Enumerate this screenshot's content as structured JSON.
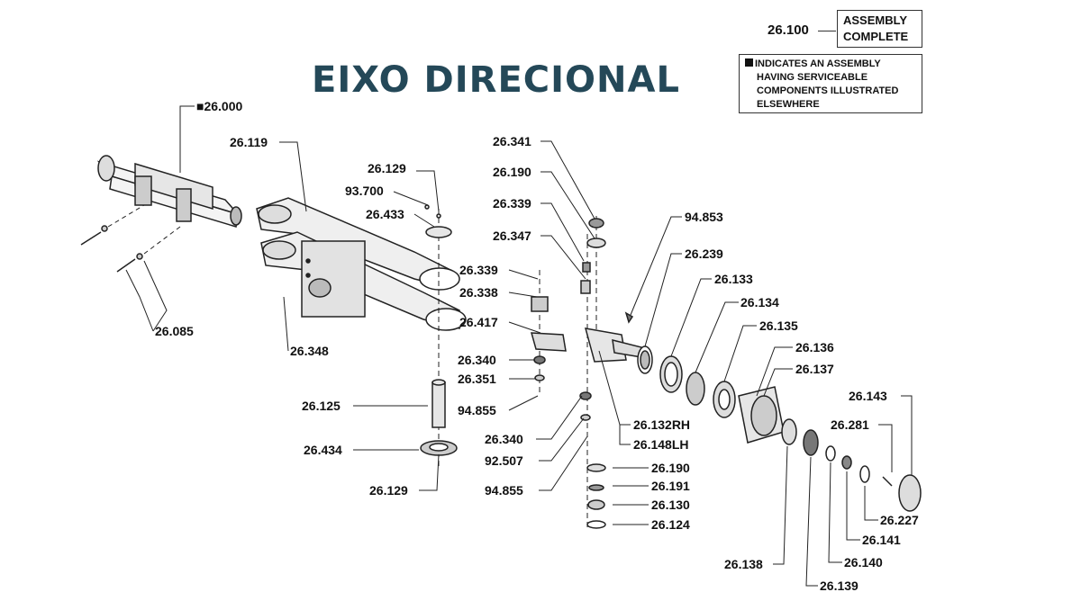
{
  "title": "EIXO DIRECIONAL",
  "assembly_box": {
    "number": "26.100",
    "line1": "ASSEMBLY",
    "line2": "COMPLETE"
  },
  "note_box": {
    "marker": "■",
    "lines": [
      "INDICATES AN ASSEMBLY",
      "HAVING SERVICEABLE",
      "COMPONENTS ILLUSTRATED",
      "ELSEWHERE"
    ]
  },
  "callouts": {
    "c26000": "■26.000",
    "c26119": "26.119",
    "c26085": "26.085",
    "c26348": "26.348",
    "c26129a": "26.129",
    "c93700": "93.700",
    "c26433": "26.433",
    "c26125": "26.125",
    "c26434": "26.434",
    "c26129b": "26.129",
    "c26341": "26.341",
    "c26190a": "26.190",
    "c26339a": "26.339",
    "c26347": "26.347",
    "c26339b": "26.339",
    "c26338": "26.338",
    "c26417": "26.417",
    "c26340a": "26.340",
    "c26351": "26.351",
    "c94855a": "94.855",
    "c26340b": "26.340",
    "c92507": "92.507",
    "c94855b": "94.855",
    "c94853": "94.853",
    "c26239": "26.239",
    "c26133": "26.133",
    "c26134": "26.134",
    "c26135": "26.135",
    "c26136": "26.136",
    "c26137": "26.137",
    "c26132rh": "26.132RH",
    "c26148lh": "26.148LH",
    "c26190b": "26.190",
    "c26191": "26.191",
    "c26130": "26.130",
    "c26124": "26.124",
    "c26143": "26.143",
    "c26281": "26.281",
    "c26227": "26.227",
    "c26141": "26.141",
    "c26140": "26.140",
    "c26138": "26.138",
    "c26139": "26.139"
  }
}
